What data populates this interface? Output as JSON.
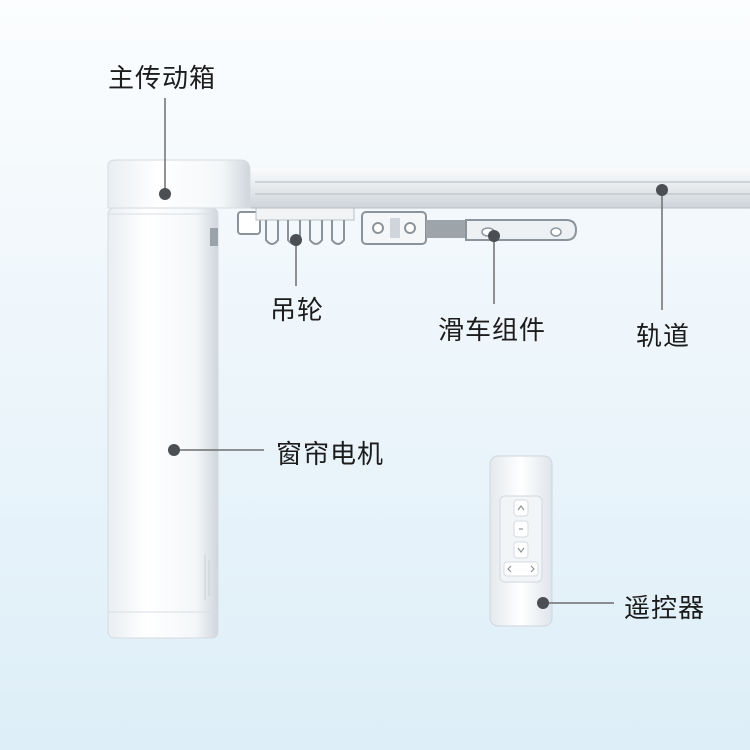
{
  "labels": {
    "drive_box": "主传动箱",
    "hanging_wheel": "吊轮",
    "trolley_assembly": "滑车组件",
    "track": "轨道",
    "curtain_motor": "窗帘电机",
    "remote_control": "遥控器"
  },
  "colors": {
    "background_top": "#fbfdfe",
    "background_bottom": "#ddeef8",
    "device_white": "#ffffff",
    "leader_line": "#6e6e6e",
    "text": "#1c1c1c"
  }
}
